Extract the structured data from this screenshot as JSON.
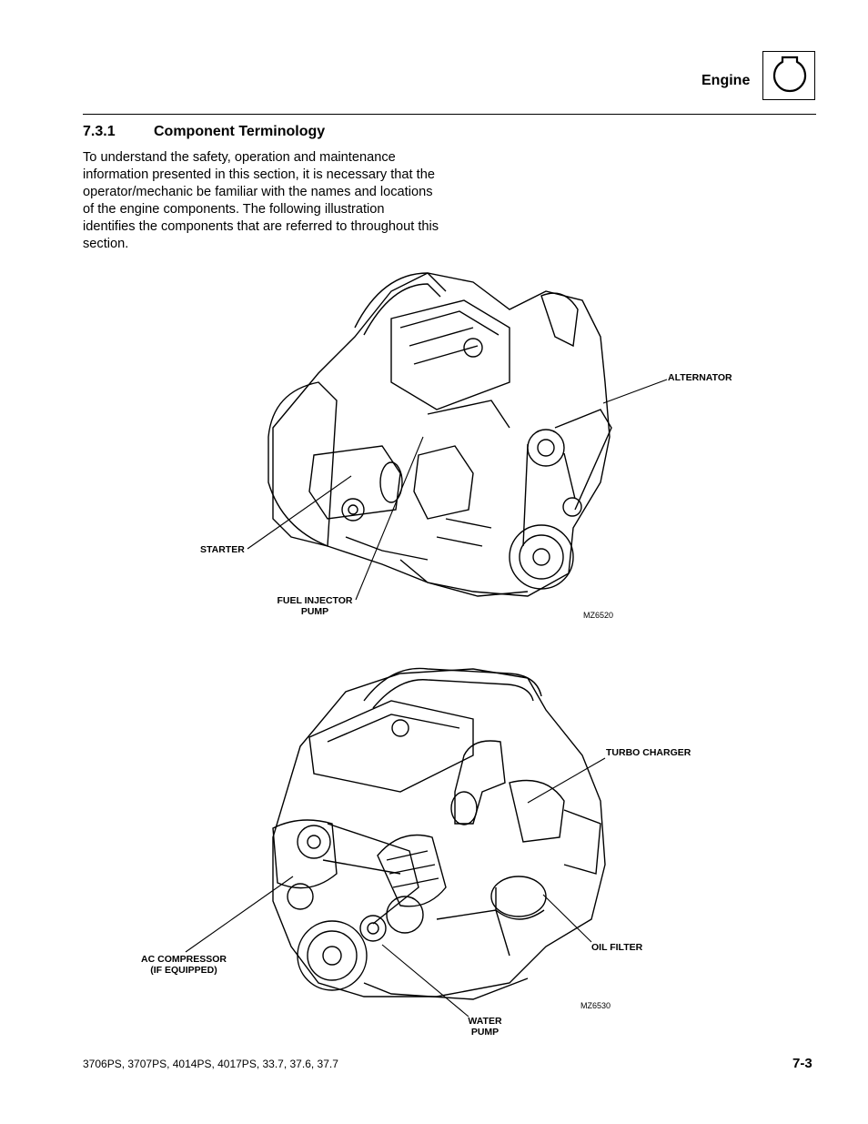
{
  "header": {
    "section_tab": "Engine",
    "icon": "engine-icon"
  },
  "section": {
    "number": "7.3.1",
    "title": "Component Terminology",
    "intro": "To understand the safety, operation and maintenance information presented in this section, it is necessary that the operator/mechanic be familiar with the names and locations of the engine components. The following illustration identifies the components that are referred to throughout this section."
  },
  "figure1": {
    "id": "MZ6520",
    "callouts": {
      "alternator": "ALTERNATOR",
      "starter": "STARTER",
      "fuel_injector_pump_line1": "FUEL INJECTOR",
      "fuel_injector_pump_line2": "PUMP"
    }
  },
  "figure2": {
    "id": "MZ6530",
    "callouts": {
      "turbo_charger": "TURBO CHARGER",
      "ac_compressor_line1": "AC COMPRESSOR",
      "ac_compressor_line2": "(IF EQUIPPED)",
      "oil_filter": "OIL FILTER",
      "water_pump_line1": "WATER",
      "water_pump_line2": "PUMP"
    }
  },
  "footer": {
    "models": "3706PS, 3707PS, 4014PS, 4017PS, 33.7, 37.6, 37.7",
    "page": "7-3"
  }
}
